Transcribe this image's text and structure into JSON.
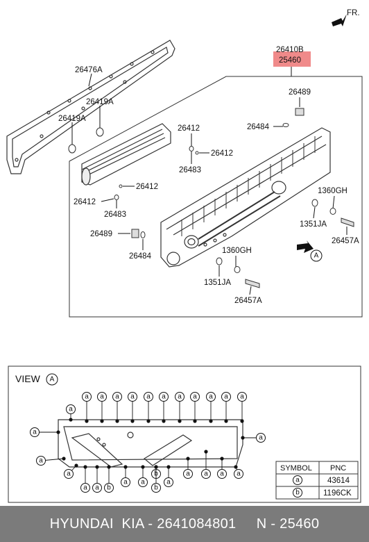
{
  "fr_label": "FR.",
  "parts_upper": {
    "label_26410B": "26410B",
    "label_25460": "25460",
    "label_26476A": "26476A",
    "label_26419A_1": "26419A",
    "label_26419A_2": "26419A",
    "label_26489_top": "26489",
    "label_26484_top": "26484",
    "label_26412_a": "26412",
    "label_26412_b": "26412",
    "label_26483_a": "26483",
    "label_26412_c": "26412",
    "label_26412_d": "26412",
    "label_26483_b": "26483",
    "label_26489_left": "26489",
    "label_26484_left": "26484",
    "label_1360GH_right": "1360GH",
    "label_1351JA_right": "1351JA",
    "label_26457A_right": "26457A",
    "label_1360GH_mid": "1360GH",
    "label_1351JA_mid": "1351JA",
    "label_26457A_mid": "26457A",
    "view_marker": "A"
  },
  "view": {
    "title": "VIEW",
    "marker": "A",
    "callout_a": "a",
    "callout_b": "b"
  },
  "symbol_table": {
    "header_symbol": "SYMBOL",
    "header_pnc": "PNC",
    "rows": [
      {
        "symbol": "a",
        "pnc": "43614"
      },
      {
        "symbol": "b",
        "pnc": "1196CK"
      }
    ]
  },
  "footer": {
    "text": "HYUNDAI  KIA - 2641084801     N - 25460"
  },
  "colors": {
    "highlight": "#f08a8a",
    "footer_bg": "#7b7b7b"
  }
}
